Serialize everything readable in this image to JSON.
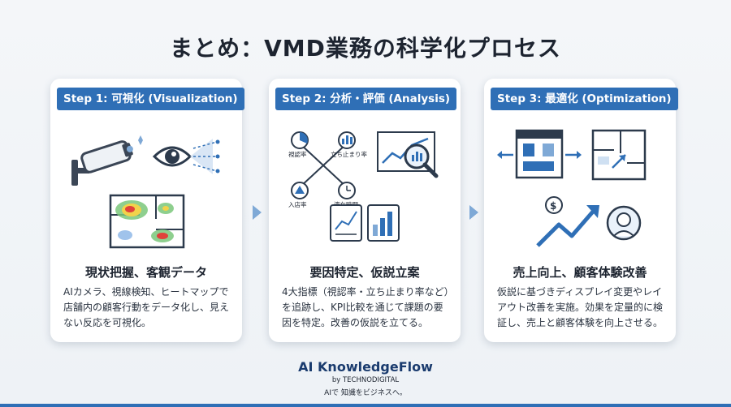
{
  "title": "まとめ：VMD業務の科学化プロセス",
  "steps": [
    {
      "label": "Step 1: 可視化 (Visualization)",
      "heading": "現状把握、客観データ",
      "body": "AIカメラ、視線検知、ヒートマップで店舗内の顧客行動をデータ化し、見えない反応を可視化。",
      "icons": [
        "security-camera-icon",
        "eye-scan-icon",
        "heatmap-icon"
      ]
    },
    {
      "label": "Step 2: 分析・評価 (Analysis)",
      "heading": "要因特定、仮説立案",
      "body": "4大指標（視認率・立ち止まり率など）を追跡し、KPI比較を通じて課題の要因を特定。改善の仮説を立てる。",
      "metrics": [
        "視認率",
        "立ち止まり率",
        "入店率",
        "滞在時間"
      ],
      "icons": [
        "metrics-network-icon",
        "magnifier-chart-icon",
        "line-chart-icon",
        "bar-chart-icon"
      ]
    },
    {
      "label": "Step 3: 最適化 (Optimization)",
      "heading": "売上向上、顧客体験改善",
      "body": "仮説に基づきディスプレイ変更やレイアウト改善を実施。効果を定量的に検証し、売上と顧客体験を向上させる。",
      "icons": [
        "display-shelf-icon",
        "floor-layout-icon",
        "growth-arrow-icon",
        "customer-icon"
      ]
    }
  ],
  "footer": {
    "brand": "AI KnowledgeFlow",
    "by": "by TECHNODIGITAL",
    "tagline": "AIで 知識をビジネスへ。"
  },
  "colors": {
    "accent": "#2f6fb6",
    "arrow": "#7fa9d6",
    "dark": "#2c3a4c"
  }
}
